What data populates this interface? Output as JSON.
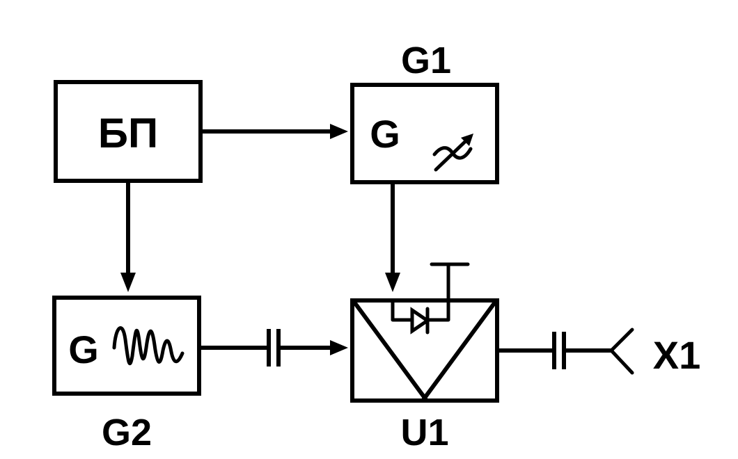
{
  "blocks": {
    "power_supply": {
      "text": "БП"
    },
    "g1": {
      "label": "G1",
      "inner": "G"
    },
    "g2": {
      "label": "G2",
      "inner": "G"
    },
    "u1": {
      "label": "U1"
    }
  },
  "output": {
    "label": "X1"
  }
}
